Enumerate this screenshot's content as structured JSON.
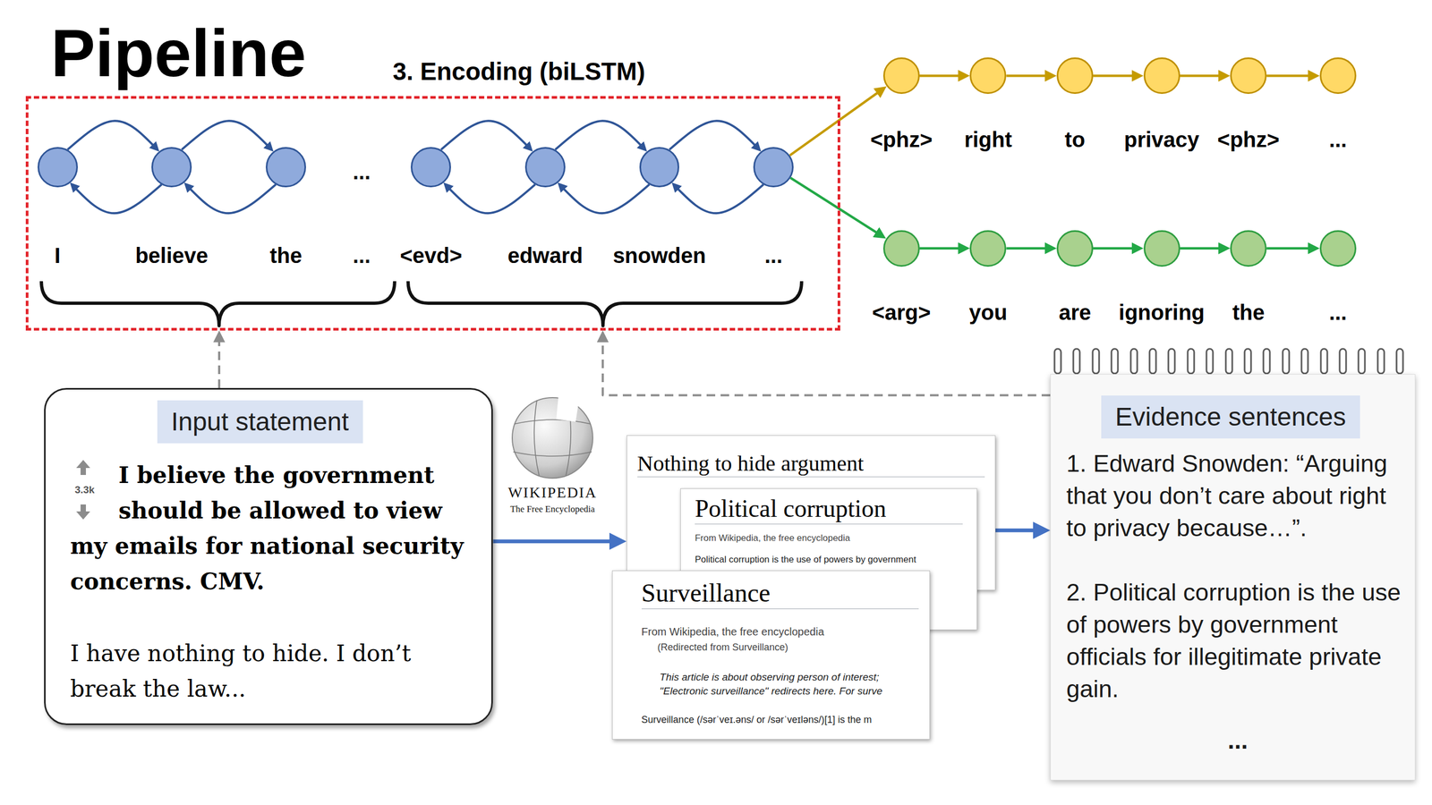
{
  "diagram": {
    "title": "Pipeline",
    "nodes": [
      {
        "text": [
          "3. Encoding (biLSTM)"
        ]
      },
      {
        "text": [
          "I"
        ],
        "in": 0
      },
      {
        "text": [
          "believe"
        ],
        "in": 0
      },
      {
        "text": [
          "the"
        ],
        "in": 0
      },
      {
        "text": [
          "<evd>"
        ],
        "in": 0
      },
      {
        "text": [
          "edward"
        ],
        "in": 0
      },
      {
        "text": [
          "snowden"
        ],
        "in": 0
      },
      {
        "text": [
          "..."
        ],
        "in": 0
      },
      {
        "text": [
          "<phz>"
        ]
      },
      {
        "text": [
          "right"
        ]
      },
      {
        "text": [
          "to"
        ]
      },
      {
        "text": [
          "privacy"
        ]
      },
      {
        "text": [
          "<phz>"
        ]
      },
      {
        "text": [
          "..."
        ]
      },
      {
        "text": [
          "<arg>"
        ]
      },
      {
        "text": [
          "you"
        ]
      },
      {
        "text": [
          "are"
        ]
      },
      {
        "text": [
          "ignoring"
        ]
      },
      {
        "text": [
          "the"
        ]
      },
      {
        "text": [
          "..."
        ]
      },
      {
        "text": [
          "3.3k",
          "I believe the government should be allowed to view my emails for national security concerns. CMV.",
          "I have nothing to hide. I don’t break the law..."
        ]
      },
      {
        "text": [
          "Input statement"
        ],
        "in": 20
      },
      {
        "text": [
          "Nothing to hide argument"
        ]
      },
      {
        "text": [
          "Political corruption",
          "From Wikipedia, the free encyclopedia",
          "Political corruption is the use of powers by government"
        ]
      },
      {
        "text": [
          "Surveillance",
          "From Wikipedia, the free encyclopedia",
          "(Redirected from Surveillance)",
          "This article is about observing person of interest; \"Electronic surveillance\" redirects here. For surve",
          "Surveillance (/sərˈveɪ.əns/ or /sərˈveɪləns/)[1] is the m"
        ]
      },
      {
        "text": [
          "1. Edward Snowden: “Arguing that you don’t care about right to privacy because…”.",
          "2. Political corruption is the use of powers by government officials for illegitimate private gain.",
          "..."
        ]
      },
      {
        "text": [
          "Evidence sentences"
        ],
        "in": 25
      }
    ],
    "edges": [
      {
        "from": 1,
        "to": 2,
        "arrow": "to"
      },
      {
        "from": 2,
        "to": 1,
        "arrow": "to"
      },
      {
        "from": 2,
        "to": 3,
        "arrow": "to"
      },
      {
        "from": 3,
        "to": 2,
        "arrow": "to"
      },
      {
        "from": 4,
        "to": 5,
        "arrow": "to"
      },
      {
        "from": 5,
        "to": 4,
        "arrow": "to"
      },
      {
        "from": 5,
        "to": 6,
        "arrow": "to"
      },
      {
        "from": 6,
        "to": 5,
        "arrow": "to"
      },
      {
        "from": 6,
        "to": 7,
        "arrow": "to"
      },
      {
        "from": 7,
        "to": 6,
        "arrow": "to"
      },
      {
        "from": 7,
        "to": 8,
        "arrow": "to"
      },
      {
        "from": 7,
        "to": 14,
        "arrow": "to"
      },
      {
        "from": 8,
        "to": 9,
        "arrow": "to"
      },
      {
        "from": 9,
        "to": 10,
        "arrow": "to"
      },
      {
        "from": 10,
        "to": 11,
        "arrow": "to"
      },
      {
        "from": 11,
        "to": 12,
        "arrow": "to"
      },
      {
        "from": 12,
        "to": 13,
        "arrow": "to"
      },
      {
        "from": 14,
        "to": 15,
        "arrow": "to"
      },
      {
        "from": 15,
        "to": 16,
        "arrow": "to"
      },
      {
        "from": 16,
        "to": 17,
        "arrow": "to"
      },
      {
        "from": 17,
        "to": 18,
        "arrow": "to"
      },
      {
        "from": 18,
        "to": 19,
        "arrow": "to"
      },
      {
        "from": 20,
        "to": 0,
        "arrow": "to"
      },
      {
        "from": 25,
        "to": 0,
        "arrow": "to"
      },
      {
        "from": 20,
        "to": 22,
        "arrow": "to"
      },
      {
        "from": 22,
        "to": 25,
        "arrow": "to"
      }
    ],
    "labels": [
      "...",
      "...",
      "WIKIPEDIA",
      "The Free Encyclopedia"
    ]
  }
}
